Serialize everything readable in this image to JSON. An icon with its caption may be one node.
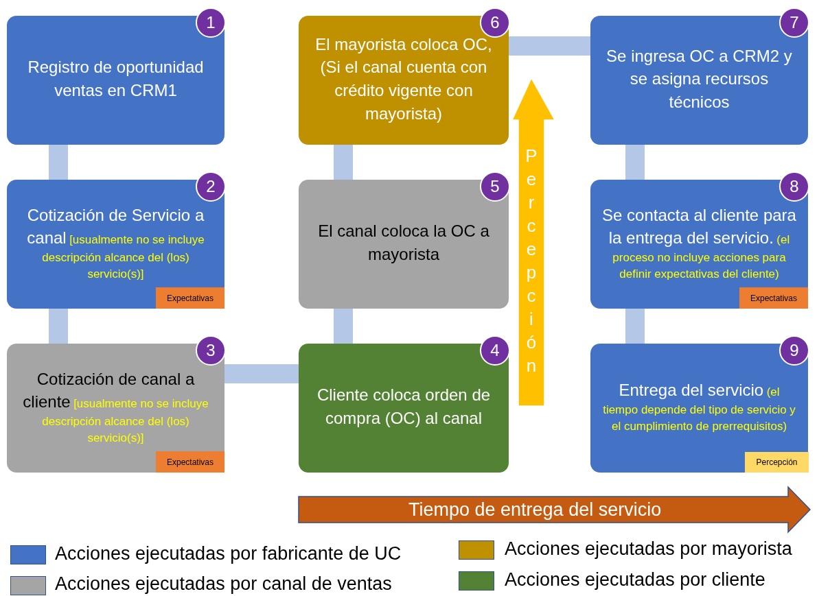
{
  "diagram": {
    "nodes": [
      {
        "text": [
          "1",
          "Registro de oportunidad ventas en CRM1"
        ]
      },
      {
        "text": [
          "2",
          "Cotización de Servicio a canal",
          "[usualmente no se incluye descripción alcance del (los) servicio(s)]"
        ]
      },
      {
        "text": [
          "Expectativas"
        ],
        "in": 1
      },
      {
        "text": [
          "3",
          "Cotización de canal a cliente",
          "[usualmente no se incluye descripción alcance del (los) servicio(s)]"
        ]
      },
      {
        "text": [
          "Expectativas"
        ],
        "in": 3
      },
      {
        "text": [
          "6",
          "El mayorista coloca OC, (Si el canal cuenta con crédito vigente con mayorista)"
        ]
      },
      {
        "text": [
          "5",
          "El canal coloca la OC a mayorista"
        ]
      },
      {
        "text": [
          "4",
          "Cliente coloca orden de compra (OC) al canal"
        ]
      },
      {
        "text": [
          "7",
          "Se ingresa OC a CRM2 y se asigna recursos técnicos"
        ]
      },
      {
        "text": [
          "8",
          "Se contacta al cliente para la entrega del servicio.",
          "(el proceso no incluye acciones para definir expectativas del cliente)"
        ]
      },
      {
        "text": [
          "Expectativas"
        ],
        "in": 9
      },
      {
        "text": [
          "9",
          "Entrega del servicio",
          "(el tiempo depende del tipo de servicio y el cumplimiento de prerrequisitos)"
        ]
      },
      {
        "text": [
          "Percepción"
        ],
        "in": 11
      }
    ],
    "edges": [
      {
        "from": 0,
        "to": 1,
        "arrow": "none"
      },
      {
        "from": 1,
        "to": 3,
        "arrow": "none"
      },
      {
        "from": 3,
        "to": 7,
        "arrow": "none"
      },
      {
        "from": 7,
        "to": 6,
        "arrow": "none"
      },
      {
        "from": 6,
        "to": 5,
        "arrow": "none"
      },
      {
        "from": 5,
        "to": 8,
        "arrow": "none"
      },
      {
        "from": 8,
        "to": 9,
        "arrow": "none"
      },
      {
        "from": 9,
        "to": 11,
        "arrow": "none"
      }
    ],
    "labels": [
      "Percepción",
      "Tiempo de entrega del servicio"
    ],
    "legend": [
      {
        "text": "Acciones ejecutadas por fabricante de UC",
        "color": "#4472c4"
      },
      {
        "text": "Acciones ejecutadas por mayorista",
        "color": "#bf9000"
      },
      {
        "text": "Acciones ejecutadas por canal de ventas",
        "color": "#a5a5a5"
      },
      {
        "text": "Acciones ejecutadas por cliente",
        "color": "#548235"
      }
    ]
  }
}
